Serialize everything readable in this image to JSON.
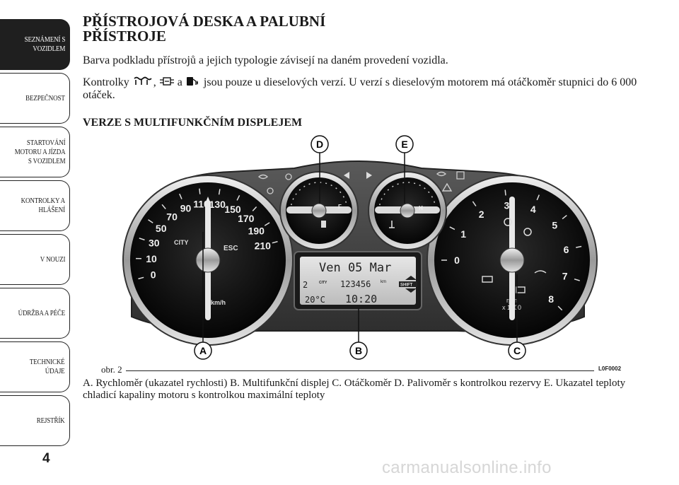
{
  "sidebar": {
    "tabs": [
      {
        "label": "SEZNÁMENÍ S\nVOZIDLEM",
        "active": true
      },
      {
        "label": "BEZPEČNOST",
        "active": false
      },
      {
        "label": "STARTOVÁNÍ\nMOTORU A JÍZDA\nS VOZIDLEM",
        "active": false
      },
      {
        "label": "KONTROLKY A\nHLÁŠENÍ",
        "active": false
      },
      {
        "label": "V NOUZI",
        "active": false
      },
      {
        "label": "ÚDRŽBA A PÉČE",
        "active": false
      },
      {
        "label": "TECHNICKÉ\nÚDAJE",
        "active": false
      },
      {
        "label": "REJSTŘÍK",
        "active": false
      }
    ]
  },
  "page_number": "4",
  "heading": {
    "line1": "PŘÍSTROJOVÁ DESKA A PALUBNÍ",
    "line2": "PŘÍSTROJE"
  },
  "intro": "Barva podkladu přístrojů a jejich typologie závisejí na daném provedení vozidla.",
  "para2": {
    "start": "Kontrolky",
    "comma": ",",
    "and": "a",
    "rest": "jsou pouze u dieselových verzí. U verzí s dieselovým motorem má otáčkoměr stupnici do 6 000 otáček.",
    "icons": [
      "glow-plug-icon",
      "diesel-filter-icon",
      "water-in-fuel-icon"
    ]
  },
  "section_title": "VERZE S MULTIFUNKČNÍM DISPLEJEM",
  "figure": {
    "markers": [
      "A",
      "B",
      "C",
      "D",
      "E"
    ],
    "speedo_ticks": [
      "0",
      "10",
      "30",
      "50",
      "70",
      "90",
      "110",
      "130",
      "150",
      "170",
      "190",
      "210"
    ],
    "speedo_unit": "km/h",
    "speedo_city": "CITY",
    "speedo_esc": "ESC",
    "tacho_ticks": [
      "0",
      "1",
      "2",
      "3",
      "4",
      "5",
      "6",
      "7",
      "8"
    ],
    "tacho_unit": "rpm",
    "tacho_scale": "x 1000",
    "fuel_mark": "F",
    "temp_mark": "H",
    "display": {
      "date": "Ven 05 Mar",
      "gear": "2",
      "city": "CITY",
      "odometer": "123456",
      "odometer_unit": "km",
      "shift": "SHIFT",
      "temperature": "20°C",
      "time": "10:20"
    },
    "code": "L0F0002",
    "label": "obr. 2"
  },
  "caption": "A. Rychloměr (ukazatel rychlosti) B. Multifunkční displej C. Otáčkoměr D. Palivoměr s kontrolkou rezervy E. Ukazatel teploty chladicí kapaliny motoru s kontrolkou maximální teploty",
  "watermark": "carmanualsonline.info"
}
